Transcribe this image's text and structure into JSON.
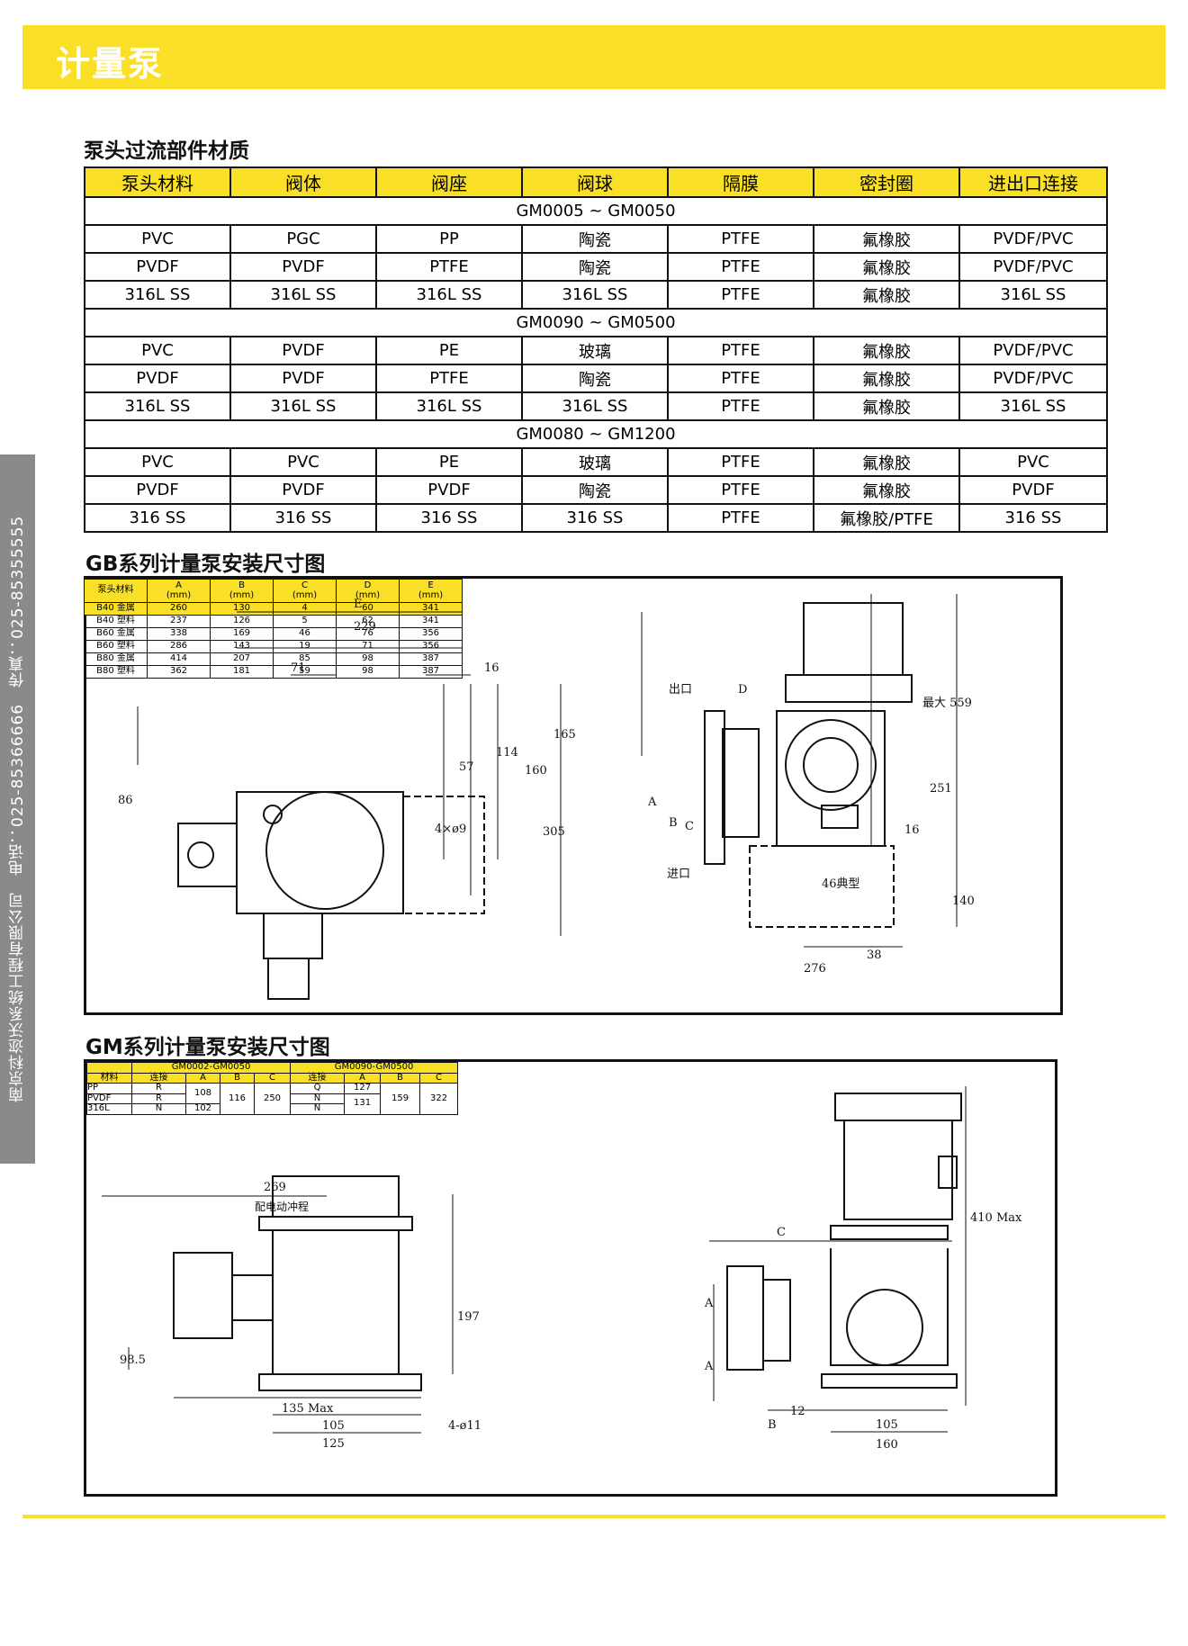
{
  "header": {
    "title": "计量泵"
  },
  "sidebar": {
    "text": "南京科迩沃系统工程有限公司　电话：025-85366666　传真：025-85355555"
  },
  "materials": {
    "title": "泵头过流部件材质",
    "columns": [
      "泵头材料",
      "阀体",
      "阀座",
      "阀球",
      "隔膜",
      "密封圈",
      "进出口连接"
    ],
    "groups": [
      {
        "label": "GM0005 ~ GM0050",
        "rows": [
          [
            "PVC",
            "PGC",
            "PP",
            "陶瓷",
            "PTFE",
            "氟橡胶",
            "PVDF/PVC"
          ],
          [
            "PVDF",
            "PVDF",
            "PTFE",
            "陶瓷",
            "PTFE",
            "氟橡胶",
            "PVDF/PVC"
          ],
          [
            "316L SS",
            "316L SS",
            "316L SS",
            "316L SS",
            "PTFE",
            "氟橡胶",
            "316L SS"
          ]
        ]
      },
      {
        "label": "GM0090 ~ GM0500",
        "rows": [
          [
            "PVC",
            "PVDF",
            "PE",
            "玻璃",
            "PTFE",
            "氟橡胶",
            "PVDF/PVC"
          ],
          [
            "PVDF",
            "PVDF",
            "PTFE",
            "陶瓷",
            "PTFE",
            "氟橡胶",
            "PVDF/PVC"
          ],
          [
            "316L SS",
            "316L SS",
            "316L SS",
            "316L SS",
            "PTFE",
            "氟橡胶",
            "316L SS"
          ]
        ]
      },
      {
        "label": "GM0080 ~ GM1200",
        "rows": [
          [
            "PVC",
            "PVC",
            "PE",
            "玻璃",
            "PTFE",
            "氟橡胶",
            "PVC"
          ],
          [
            "PVDF",
            "PVDF",
            "PVDF",
            "陶瓷",
            "PTFE",
            "氟橡胶",
            "PVDF"
          ],
          [
            "316 SS",
            "316 SS",
            "316 SS",
            "316 SS",
            "PTFE",
            "氟橡胶/PTFE",
            "316 SS"
          ]
        ]
      }
    ]
  },
  "gb": {
    "title": "GB系列计量泵安装尺寸图",
    "table": {
      "headers": [
        [
          "泵头材料",
          ""
        ],
        [
          "A",
          "(mm)"
        ],
        [
          "B",
          "(mm)"
        ],
        [
          "C",
          "(mm)"
        ],
        [
          "D",
          "(mm)"
        ],
        [
          "E",
          "(mm)"
        ]
      ],
      "rows": [
        [
          "B40 金属",
          "260",
          "130",
          "4",
          "60",
          "341"
        ],
        [
          "B40 塑料",
          "237",
          "126",
          "5",
          "62",
          "341"
        ],
        [
          "B60 金属",
          "338",
          "169",
          "46",
          "76",
          "356"
        ],
        [
          "B60 塑料",
          "286",
          "143",
          "19",
          "71",
          "356"
        ],
        [
          "B80 金属",
          "414",
          "207",
          "85",
          "98",
          "387"
        ],
        [
          "B80 塑料",
          "362",
          "181",
          "59",
          "98",
          "387"
        ]
      ]
    },
    "dims": {
      "E": "E",
      "d229": "229",
      "d71": "71",
      "d16": "16",
      "d114": "114",
      "d57": "57",
      "d160": "160",
      "d165": "165",
      "d86": "86",
      "d305": "305",
      "holes": "4×ø9",
      "outlet": "出口",
      "inlet": "进口",
      "D": "D",
      "A": "A",
      "B": "B",
      "C": "C",
      "max559": "最大 559",
      "d251": "251",
      "d16b": "16",
      "typ46": "46典型",
      "d140": "140",
      "d38": "38",
      "d276": "276"
    }
  },
  "gm": {
    "title": "GM系列计量泵安装尺寸图",
    "table": {
      "group1": "GM0002-GM0050",
      "group2": "GM0090-GM0500",
      "headers": [
        "材料",
        "连接",
        "A",
        "B",
        "C",
        "连接",
        "A",
        "B",
        "C"
      ],
      "materials": [
        "PP",
        "PVDF",
        "316L"
      ],
      "conn1": [
        "R",
        "R",
        "N"
      ],
      "a1": [
        "108",
        "102"
      ],
      "b1": "116",
      "c1": "250",
      "conn2": [
        "Q",
        "N",
        "N"
      ],
      "a2": [
        "127",
        "131"
      ],
      "b2": "159",
      "c2": "322"
    },
    "dims": {
      "d269": "269",
      "stroke": "配电动冲程",
      "d197": "197",
      "d98": "98.5",
      "d135": "135 Max",
      "d105": "105",
      "d125": "125",
      "holes": "4-ø11",
      "C": "C",
      "A": "A",
      "A2": "A",
      "max410": "410 Max",
      "d12": "12",
      "B": "B",
      "d105b": "105",
      "d160": "160"
    }
  }
}
